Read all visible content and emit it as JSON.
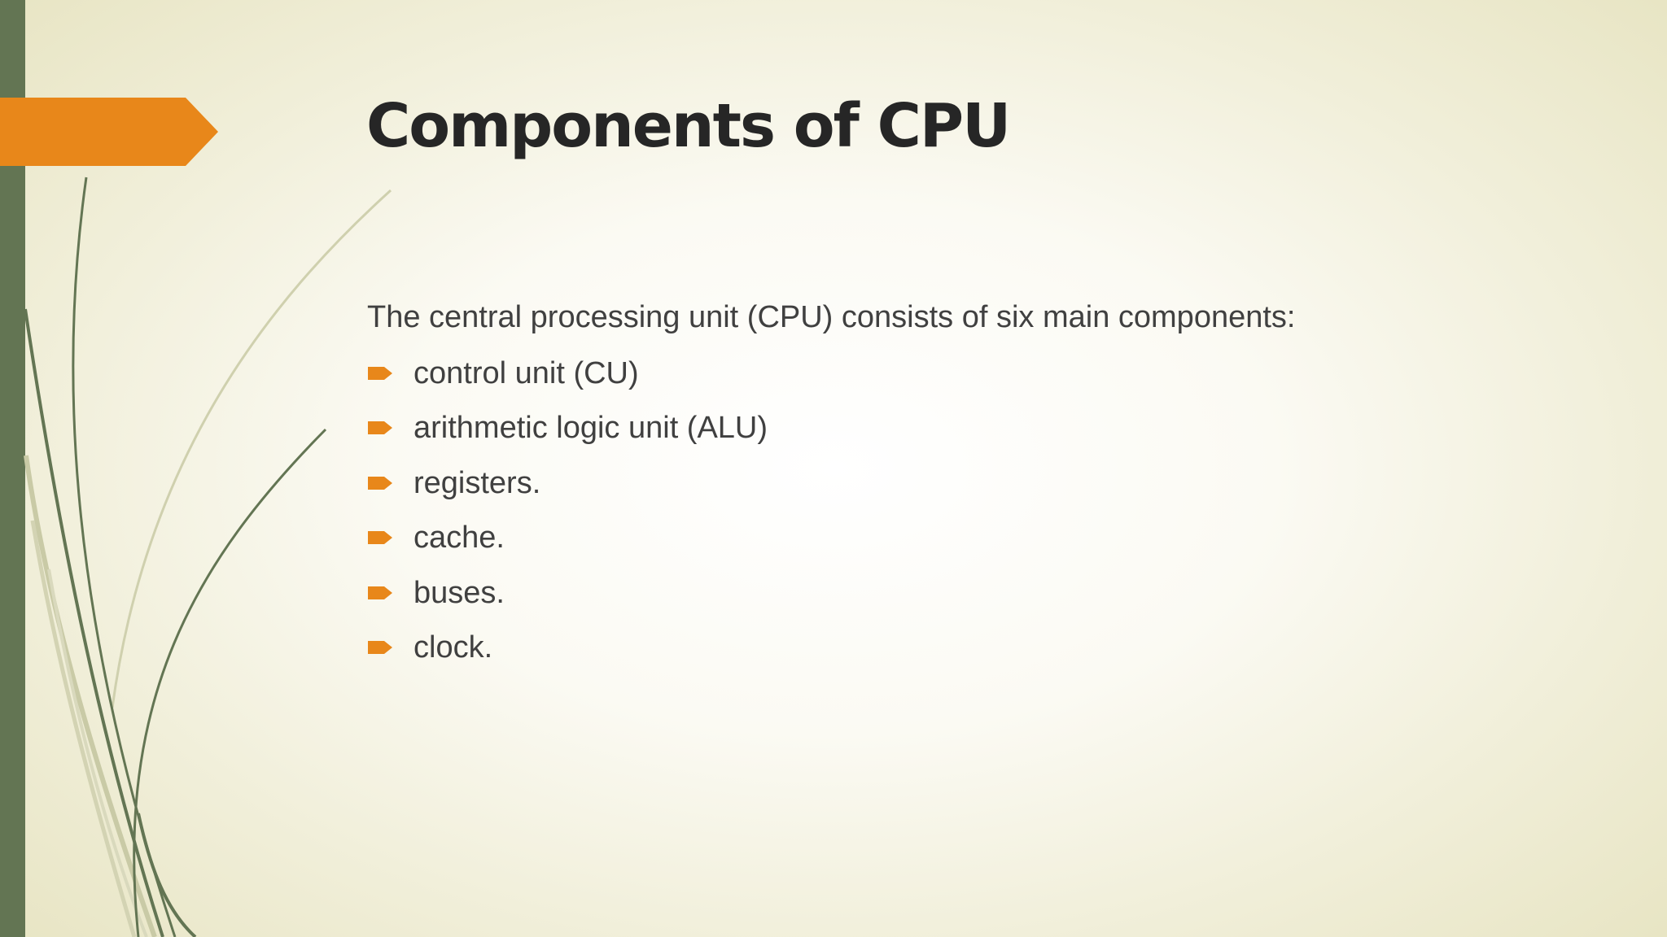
{
  "slide": {
    "title": "Components of CPU",
    "intro": "The central processing unit (CPU) consists of six main components:",
    "bullets": [
      "control unit (CU)",
      "arithmetic logic unit (ALU)",
      "registers.",
      "cache.",
      "buses.",
      "clock."
    ],
    "bullet_icon": "orange-arrow-bullet-icon"
  },
  "colors": {
    "accent": "#E8871A",
    "sidebar_green": "#637553",
    "text_dark": "#262626",
    "text_body": "#404040",
    "background_edge": "#E7E4C2",
    "background_center": "#FFFFFF"
  }
}
